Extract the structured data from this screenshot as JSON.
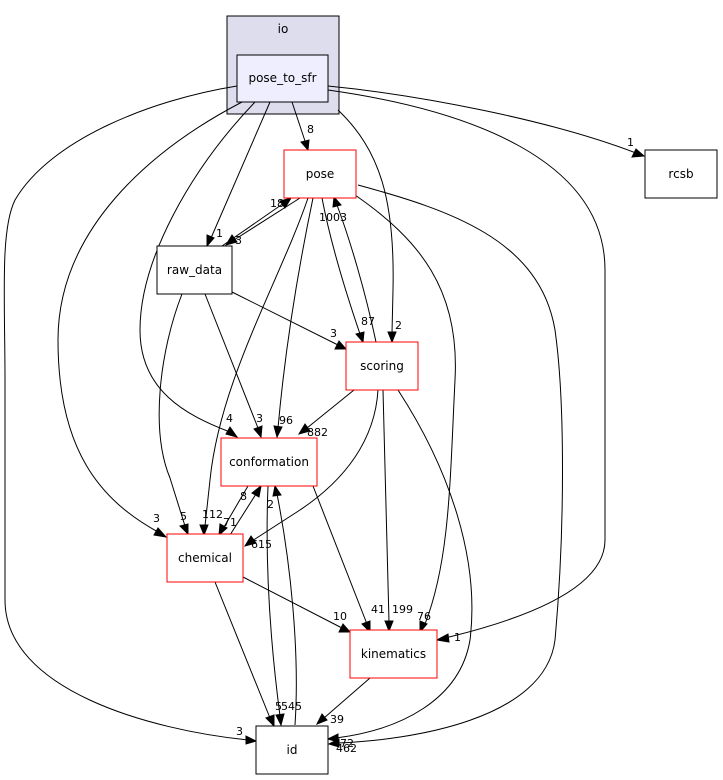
{
  "diagram": {
    "cluster": {
      "label": "io"
    },
    "nodes": {
      "pose_to_sfr": "pose_to_sfr",
      "rcsb": "rcsb",
      "pose": "pose",
      "raw_data": "raw_data",
      "scoring": "scoring",
      "conformation": "conformation",
      "chemical": "chemical",
      "kinematics": "kinematics",
      "id": "id"
    },
    "edges": [
      {
        "id": "e1",
        "label": "1"
      },
      {
        "id": "e2",
        "label": "8"
      },
      {
        "id": "e3",
        "label": "1"
      },
      {
        "id": "e4",
        "label": "2"
      },
      {
        "id": "e5",
        "label": "4"
      },
      {
        "id": "e6",
        "label": "3"
      },
      {
        "id": "e7",
        "label": "1"
      },
      {
        "id": "e8",
        "label": "3"
      },
      {
        "id": "e9",
        "label": "18"
      },
      {
        "id": "e10",
        "label": "3"
      },
      {
        "id": "e11",
        "label": "1003"
      },
      {
        "id": "e12",
        "label": "87"
      },
      {
        "id": "e13",
        "label": "3"
      },
      {
        "id": "e14",
        "label": "3"
      },
      {
        "id": "e15",
        "label": "96"
      },
      {
        "id": "e16",
        "label": "882"
      },
      {
        "id": "e17",
        "label": "5"
      },
      {
        "id": "e18",
        "label": "112"
      },
      {
        "id": "e19",
        "label": "615"
      },
      {
        "id": "e20",
        "label": "8"
      },
      {
        "id": "e21",
        "label": "71"
      },
      {
        "id": "e22",
        "label": "2"
      },
      {
        "id": "e23",
        "label": "545"
      },
      {
        "id": "e24",
        "label": "41"
      },
      {
        "id": "e25",
        "label": "199"
      },
      {
        "id": "e26",
        "label": "76"
      },
      {
        "id": "e27",
        "label": "10"
      },
      {
        "id": "e28",
        "label": "39"
      },
      {
        "id": "e29",
        "label": "462"
      },
      {
        "id": "e30",
        "label": "72"
      },
      {
        "id": "e31",
        "label": "5"
      }
    ]
  }
}
